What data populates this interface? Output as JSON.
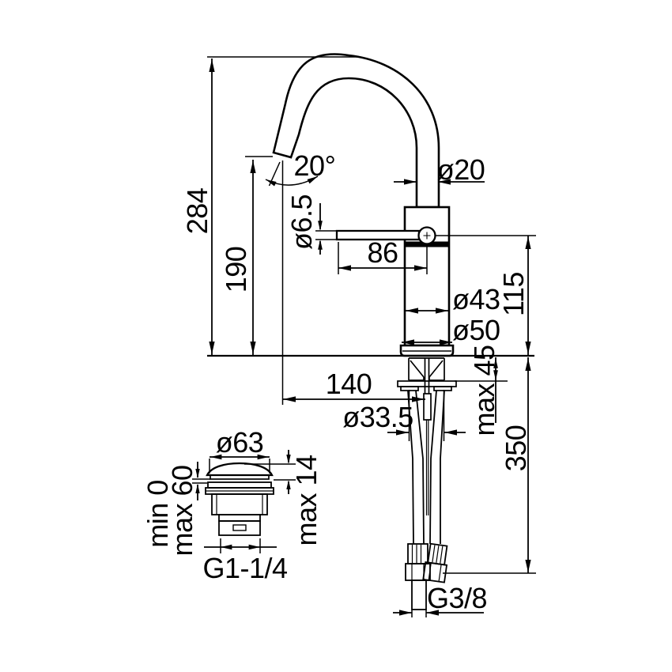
{
  "drawing": {
    "background": "#ffffff",
    "line_color": "#000000",
    "units": "mm",
    "labels": {
      "spout_height": "284",
      "outlet_height": "190",
      "spout_angle": "20°",
      "spout_tube_diameter": "ø20",
      "handle_pin_diameter": "ø6.5",
      "handle_length": "86",
      "body_diameter": "ø43",
      "base_diameter": "ø50",
      "body_height": "115",
      "spout_reach": "140",
      "deck_max_thickness": "max 45",
      "hole_diameter": "ø33.5",
      "hose_length": "350",
      "waste_cap_diameter": "ø63",
      "waste_min_thickness": "min 0",
      "waste_max_thickness": "max 60",
      "waste_cap_height": "max 14",
      "waste_thread": "G1-1/4",
      "hose_thread": "G3/8"
    }
  }
}
